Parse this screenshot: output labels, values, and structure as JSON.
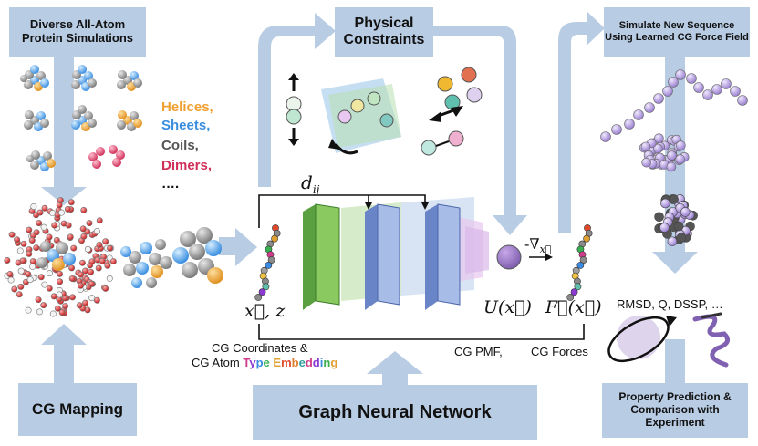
{
  "boxes": {
    "diverse_sims": "Diverse All-Atom Protein Simulations",
    "physical_constraints": "Physical Constraints",
    "simulate_new": "Simulate New Sequence Using Learned CG Force Field",
    "cg_mapping": "CG Mapping",
    "gnn": "Graph Neural Network",
    "property_prediction": "Property Prediction & Comparison with Experiment"
  },
  "legend": {
    "helices": "Helices,",
    "sheets": "Sheets,",
    "coils": "Coils,",
    "dimers": "Dimers,",
    "more": "…."
  },
  "math": {
    "d_ij": "d",
    "d_ij_sub": "ij",
    "x_z": "x⃗, z",
    "u_x": "U(x⃗)",
    "f_x": "F⃗(x⃗)",
    "grad_neg": "-",
    "grad": "∇",
    "grad_sub": "x⃗"
  },
  "labels": {
    "cg_coords": "CG Coordinates &",
    "cg_atom": "CG Atom",
    "type_embedding": "Type Embedding",
    "cg_pmf": "CG PMF,",
    "cg_forces": "CG Forces",
    "rmsd": "RMSD, Q, DSSP, …"
  },
  "colors": {
    "box_bg": "#b8cce4",
    "arrow": "#b8cce4",
    "helices": "#f0a030",
    "sheets": "#3a8ee0",
    "coils": "#555555",
    "dimers": "#d0305a",
    "type_embedding": [
      "#d03a8a",
      "#8a3ad0",
      "#3a8ae0",
      "#3ab050",
      "#e0a030",
      "#e04a2a",
      "#e08030",
      "#30a0a0"
    ]
  },
  "icons": [
    "protein-structure-icon",
    "cg-molecule-icon",
    "neural-network-layer-icon",
    "rotation-arrow-icon",
    "helix-icon"
  ]
}
